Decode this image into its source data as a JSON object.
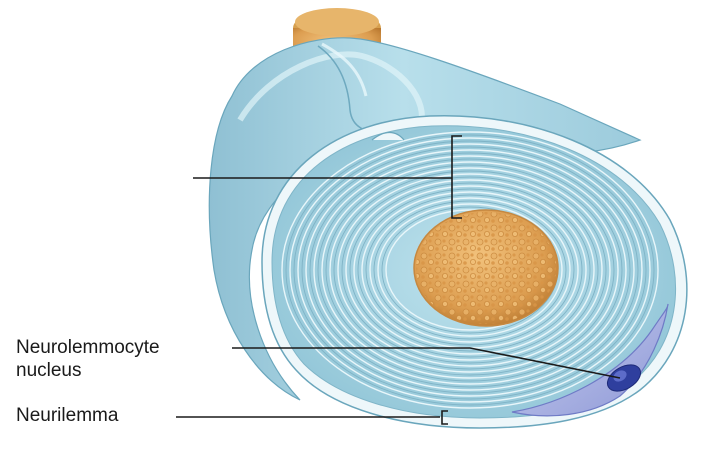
{
  "labels": {
    "nucleus_line1": "Neurolemmocyte",
    "nucleus_line2": "nucleus",
    "neurilemma": "Neurilemma"
  },
  "colors": {
    "myelin_light": "#c9e6ef",
    "myelin_mid": "#8fc3d6",
    "myelin_dark": "#5f9db4",
    "axon": "#e0a45a",
    "axon_dark": "#b9782f",
    "nucleus": "#2f3f9e",
    "leader_line": "#1a1a1a"
  },
  "icons": {
    "nerve_fiber": "myelinated-axon-illustration"
  }
}
